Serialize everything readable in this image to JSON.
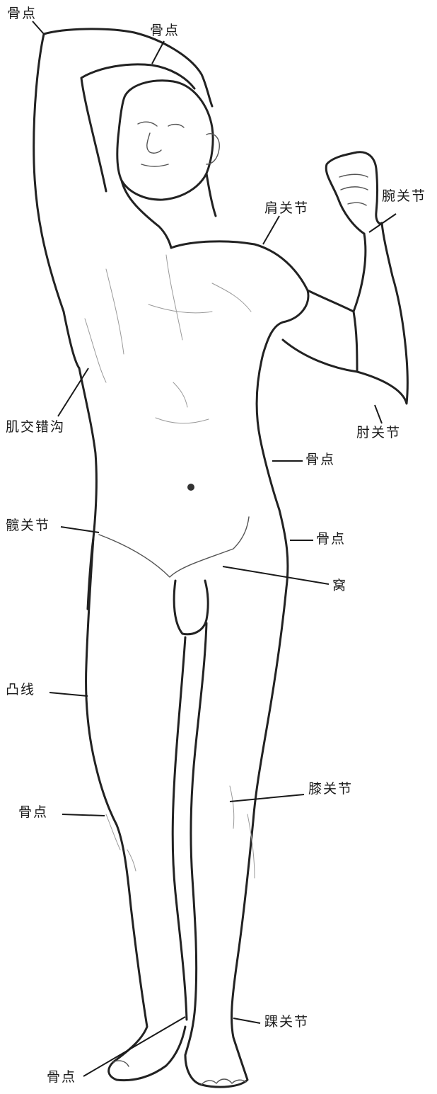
{
  "labels": {
    "bone_point_top_left": "骨点",
    "bone_point_hand": "骨点",
    "shoulder_joint": "肩关节",
    "wrist_joint": "腕关节",
    "muscle_groove": "肌交错沟",
    "elbow_joint": "肘关节",
    "bone_point_waist": "骨点",
    "hip_joint": "髋关节",
    "bone_point_hip": "骨点",
    "fossa": "窝",
    "convex_line": "凸线",
    "knee_joint": "膝关节",
    "bone_point_knee": "骨点",
    "ankle_joint": "踝关节",
    "bone_point_ankle": "骨点"
  }
}
